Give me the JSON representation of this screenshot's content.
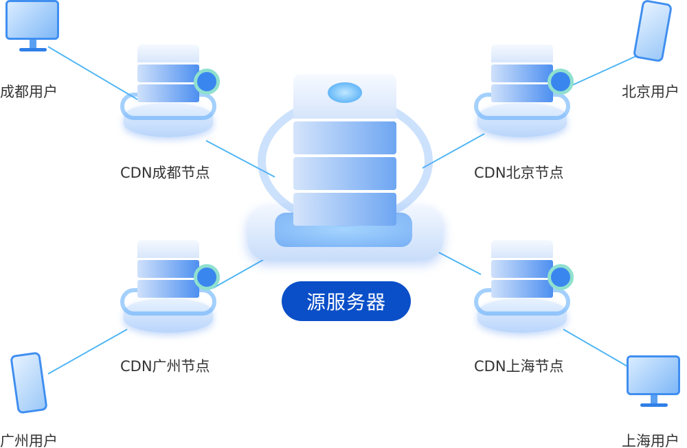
{
  "center": {
    "label": "源服务器"
  },
  "nodes": {
    "chengdu": "CDN成都节点",
    "beijing": "CDN北京节点",
    "guangzhou": "CDN广州节点",
    "shanghai": "CDN上海节点"
  },
  "users": {
    "chengdu": "成都用户",
    "beijing": "北京用户",
    "guangzhou": "广州用户",
    "shanghai": "上海用户"
  },
  "colors": {
    "accent": "#0a4fc8",
    "line": "#4fb6f5"
  }
}
